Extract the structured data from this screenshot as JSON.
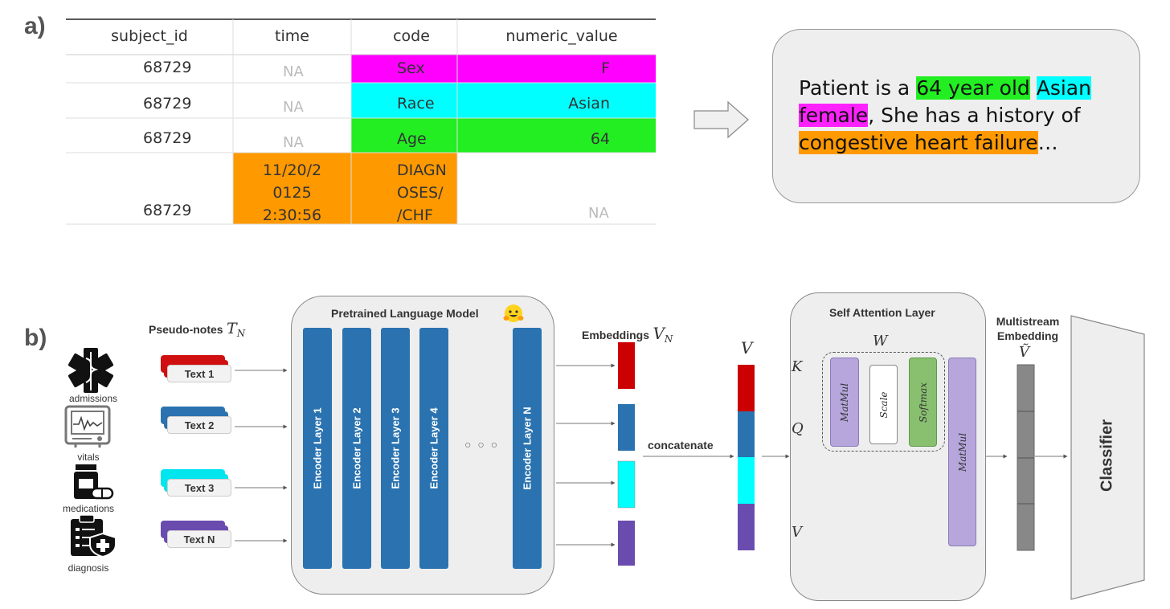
{
  "panel_a": {
    "label": "a)",
    "table": {
      "headers": [
        "subject_id",
        "time",
        "code",
        "numeric_value"
      ],
      "rows": [
        {
          "subject_id": "68729",
          "time": "NA",
          "code": "Sex",
          "numeric_value": "F",
          "color": "#ff00ff"
        },
        {
          "subject_id": "68729",
          "time": "NA",
          "code": "Race",
          "numeric_value": "Asian",
          "color": "#00ffff"
        },
        {
          "subject_id": "68729",
          "time": "NA",
          "code": "Age",
          "numeric_value": "64",
          "color": "#22ee22"
        },
        {
          "subject_id": "68729",
          "time_lines": [
            "11/20/2",
            "0125",
            "2:30:56"
          ],
          "code_lines": [
            "DIAGN",
            "OSES/",
            "/CHF"
          ],
          "numeric_value": "NA",
          "color": "#ff9900"
        }
      ]
    },
    "note": {
      "segments": [
        {
          "text": "Patient is a ",
          "highlight": ""
        },
        {
          "text": "64 year old",
          "highlight": "green"
        },
        {
          "text": " ",
          "highlight": ""
        },
        {
          "text": "Asian",
          "highlight": "cyan"
        },
        {
          "text": " ",
          "highlight": ""
        },
        {
          "text": "female",
          "highlight": "magenta"
        },
        {
          "text": ", She has a history of ",
          "highlight": ""
        },
        {
          "text": "congestive heart failure",
          "highlight": "orange"
        },
        {
          "text": "…",
          "highlight": ""
        }
      ]
    }
  },
  "panel_b": {
    "label": "b)",
    "sources": [
      {
        "label": "admissions",
        "icon": "medical-star-icon"
      },
      {
        "label": "vitals",
        "icon": "monitor-icon"
      },
      {
        "label": "medications",
        "icon": "pill-bottle-icon"
      },
      {
        "label": "diagnosis",
        "icon": "clipboard-icon"
      }
    ],
    "pseudo_notes_label": "Pseudo-notes",
    "pseudo_notes_symbol": "T",
    "pseudo_notes_subscript": "N",
    "notes": [
      {
        "label": "Text 1",
        "color": "#d01010"
      },
      {
        "label": "Text 2",
        "color": "#2a73b0"
      },
      {
        "label": "Text 3",
        "color": "#00e5ee"
      },
      {
        "label": "Text N",
        "color": "#6a4caf"
      }
    ],
    "plm_title": "Pretrained Language Model",
    "encoder_layers": [
      "Encoder Layer 1",
      "Encoder Layer 2",
      "Encoder Layer 3",
      "Encoder Layer 4",
      "Encoder Layer N"
    ],
    "ellipsis": "○ ○ ○",
    "embeddings_label": "Embeddings",
    "embeddings_symbol": "V",
    "embeddings_subscript": "N",
    "embedding_colors": [
      "#cc0000",
      "#2a73b0",
      "#00ffff",
      "#6a4caf"
    ],
    "concatenate_label": "concatenate",
    "concat_symbol": "V",
    "self_attention": {
      "title": "Self Attention Layer",
      "w_symbol": "W",
      "inputs": [
        "K",
        "Q",
        "V"
      ],
      "blocks": [
        "MatMul",
        "Scale",
        "Softmax",
        "MatMul"
      ],
      "block_colors": {
        "matmul": "#b6a6dc",
        "scale": "#ffffff",
        "softmax": "#88c070"
      }
    },
    "multistream_label_1": "Multistream",
    "multistream_label_2": "Embedding",
    "multistream_symbol": "Ṽ",
    "classifier_label": "Classifier"
  }
}
